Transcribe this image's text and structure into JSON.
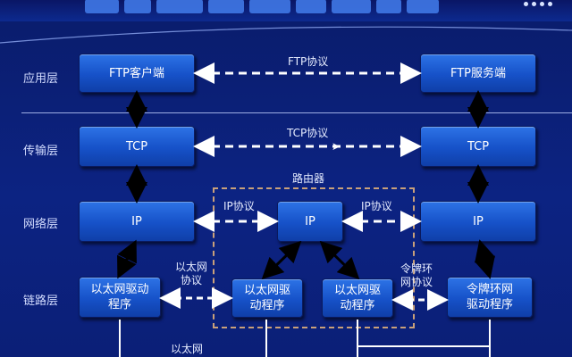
{
  "layers": {
    "application": "应用层",
    "transport": "传输层",
    "network": "网络层",
    "link": "链路层"
  },
  "boxes": {
    "ftp_client": "FTP客户端",
    "ftp_server": "FTP服务端",
    "tcp_left": "TCP",
    "tcp_right": "TCP",
    "ip_left": "IP",
    "ip_router": "IP",
    "ip_right": "IP",
    "eth_driver_host": "以太网驱动\n程序",
    "eth_driver_router": "以太网驱\n动程序",
    "eth_driver_router2": "以太网驱\n动程序",
    "token_ring_driver": "令牌环网\n驱动程序"
  },
  "protocols": {
    "ftp": "FTP协议",
    "tcp": "TCP协议",
    "router": "路由器",
    "ip_left": "IP协议",
    "ip_right": "IP协议",
    "ethernet": "以太网\n协议",
    "token_ring": "令牌环\n网协议",
    "ethernet_bottom": "以太网"
  },
  "colors": {
    "background": "#0c2382",
    "box": "#1b5fd6",
    "router_frame": "#c9a07a",
    "arrows": "#000000",
    "dashed_arrows": "#ffffff"
  }
}
